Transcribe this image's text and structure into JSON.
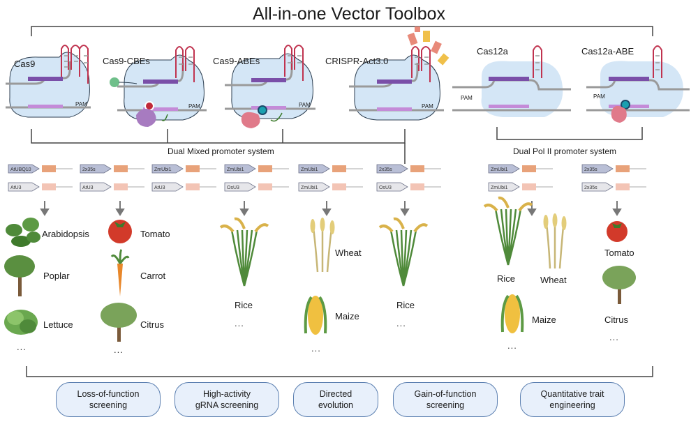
{
  "title": "All-in-one Vector Toolbox",
  "tools": {
    "cas9": "Cas9",
    "cas9_cbes": "Cas9-CBEs",
    "cas9_abes": "Cas9-ABEs",
    "crispr_act": "CRISPR-Act3.0",
    "cas12a": "Cas12a",
    "cas12a_abe": "Cas12a-ABE",
    "pam": "PAM"
  },
  "systems": {
    "mixed": "Dual Mixed promoter system",
    "pol2": "Dual Pol II promoter system"
  },
  "cassettes": [
    {
      "top": "AtUBQ10",
      "bot": "AtU3"
    },
    {
      "top": "2x35s",
      "bot": "AtU3"
    },
    {
      "top": "ZmUbi1",
      "bot": "AtU3"
    },
    {
      "top": "ZmUbi1",
      "bot": "OsU3"
    },
    {
      "top": "ZmUbi1",
      "bot": "ZmUbi1"
    },
    {
      "top": "2x35s",
      "bot": "OsU3"
    },
    {
      "top": "ZmUbi1",
      "bot": "ZmUbi1"
    },
    {
      "top": "2x35s",
      "bot": "2x35s"
    }
  ],
  "species": {
    "arabidopsis": "Arabidopsis",
    "poplar": "Poplar",
    "lettuce": "Lettuce",
    "tomato1": "Tomato",
    "carrot": "Carrot",
    "citrus1": "Citrus",
    "rice1": "Rice",
    "wheat1": "Wheat",
    "maize1": "Maize",
    "rice2": "Rice",
    "rice3": "Rice",
    "wheat2": "Wheat",
    "maize2": "Maize",
    "tomato2": "Tomato",
    "citrus2": "Citrus"
  },
  "ellipsis": "...",
  "applications": [
    {
      "line1": "Loss-of-function",
      "line2": "screening"
    },
    {
      "line1": "High-activity",
      "line2": "gRNA screening"
    },
    {
      "line1": "Directed",
      "line2": "evolution"
    },
    {
      "line1": "Gain-of-function",
      "line2": "screening"
    },
    {
      "line1": "Quantitative trait",
      "line2": "engineering"
    }
  ],
  "colors": {
    "blob": "#d4e6f6",
    "blob_stroke": "#2c3e50",
    "dna": "#9a9a9a",
    "guide": "#7a4fa8",
    "hairpin": "#c0334f",
    "promoter": "#b9bfd6",
    "gene_orange": "#e8a27a",
    "leaf": "#4f8a3a",
    "grain": "#d9b24a",
    "tomato": "#d23a2a",
    "app_border": "#5b7fb0"
  }
}
